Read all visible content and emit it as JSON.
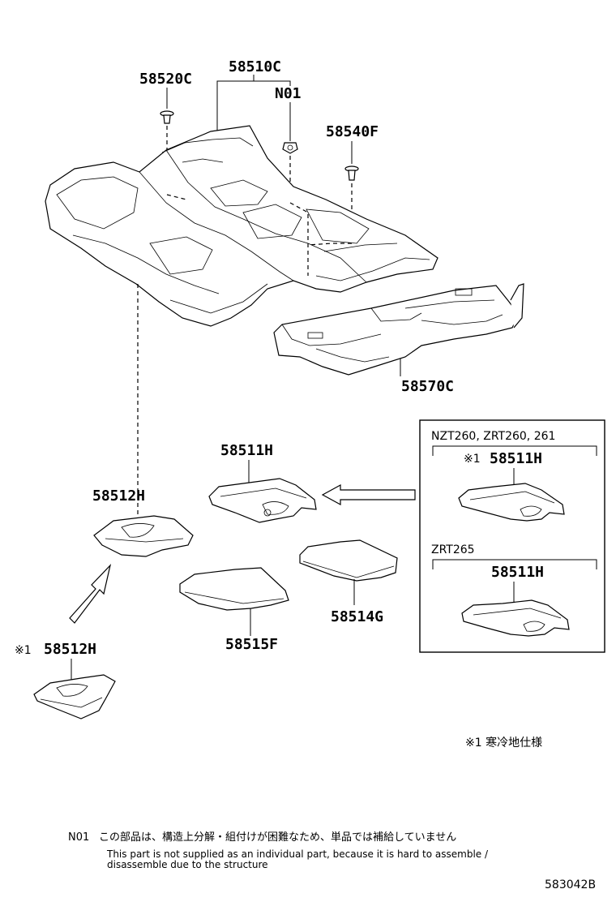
{
  "parts": {
    "clip_58520c": "58520C",
    "carpet_58510c": "58510C",
    "nut_n01": "N01",
    "clip_58540f": "58540F",
    "rear_carpet_58570c": "58570C",
    "mat_58511h_main": "58511H",
    "mat_58512h_main": "58512H",
    "mat_58512h_cold": "58512H",
    "mat_58515f": "58515F",
    "mat_58514g": "58514G",
    "inset_58511h_top": "58511H",
    "inset_58511h_bottom": "58511H"
  },
  "cold_mark": "※1",
  "inset": {
    "top_model": "NZT260, ZRT260, 261",
    "bottom_model": "ZRT265"
  },
  "footnote_cold": "※1 寒冷地仕様",
  "note": {
    "code": "N01",
    "jp": "この部品は、構造上分解・組付けが困難なため、単品では補給していません",
    "en_line1": "This part is not supplied as an individual part, because it is hard to assemble /",
    "en_line2": "disassemble due to the structure"
  },
  "diagram_id": "583042B"
}
